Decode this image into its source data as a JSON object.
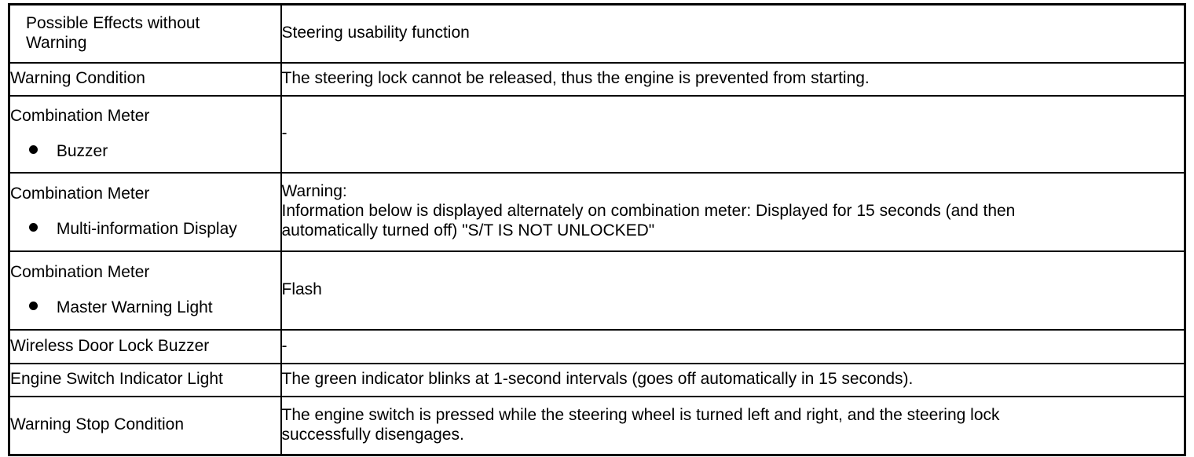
{
  "table": {
    "columns": [
      {
        "header": "Possible Effects without Warning",
        "header_line1": "Possible Effects without",
        "header_line2": "Warning"
      },
      {
        "header": "Steering usability function"
      }
    ],
    "rows": [
      {
        "label_title": "Warning Condition",
        "label_sub": "",
        "bullet": false,
        "value_lines": [
          "The steering lock cannot be released, thus the engine is prevented from starting."
        ]
      },
      {
        "label_title": "Combination Meter",
        "label_sub": "Buzzer",
        "bullet": true,
        "value_lines": [
          "-"
        ]
      },
      {
        "label_title": "Combination Meter",
        "label_sub": "Multi-information Display",
        "bullet": true,
        "value_lines": [
          "Warning:",
          "Information below is displayed alternately on combination meter: Displayed for 15 seconds (and then",
          "automatically turned off) \"S/T IS NOT UNLOCKED\""
        ]
      },
      {
        "label_title": "Combination Meter",
        "label_sub": "Master Warning Light",
        "bullet": true,
        "value_lines": [
          "Flash"
        ]
      },
      {
        "label_title": "Wireless Door Lock Buzzer",
        "label_sub": "",
        "bullet": false,
        "value_lines": [
          "-"
        ]
      },
      {
        "label_title": "Engine Switch Indicator Light",
        "label_sub": "",
        "bullet": false,
        "value_lines": [
          "The green indicator blinks at 1-second intervals (goes off automatically in 15 seconds)."
        ]
      },
      {
        "label_title": "Warning Stop Condition",
        "label_sub": "",
        "bullet": false,
        "value_lines": [
          "The engine switch is pressed while the steering wheel is turned left and right, and the steering lock",
          "successfully disengages."
        ]
      }
    ]
  },
  "style": {
    "border_color": "#000000",
    "text_color": "#000000",
    "background": "#ffffff"
  }
}
